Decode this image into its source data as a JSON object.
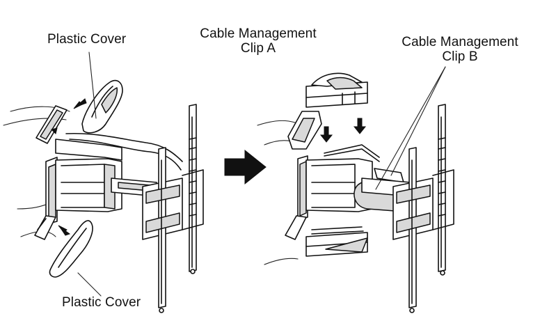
{
  "labels": {
    "plastic_cover_top": "Plastic Cover",
    "plastic_cover_bottom": "Plastic Cover",
    "clip_a": "Cable Management\nClip A",
    "clip_b": "Cable Management\nClip B"
  },
  "icons": {
    "step_arrow": "right-arrow-icon",
    "insert_arrow": "down-arrow-icon"
  },
  "colors": {
    "line": "#111111",
    "fill_light": "#d9d9d9",
    "fill_dark": "#9a9a9a"
  }
}
